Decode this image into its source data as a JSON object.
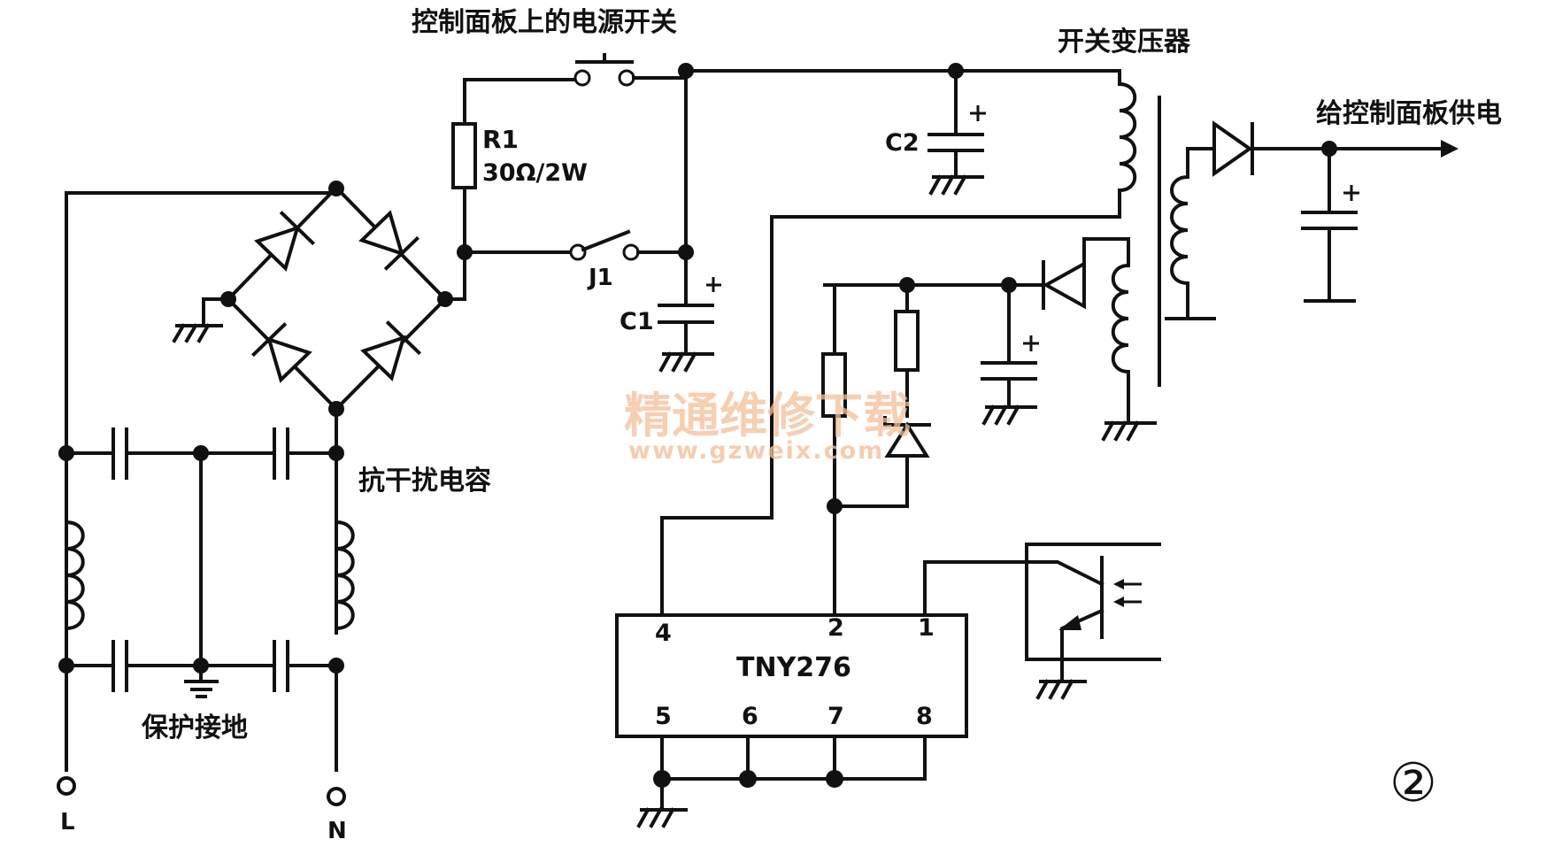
{
  "labels": {
    "power_switch": "控制面板上的电源开关",
    "transformer": "开关变压器",
    "output": "给控制面板供电",
    "emi_caps": "抗干扰电容",
    "ground": "保护接地",
    "r1_name": "R1",
    "r1_value": "30Ω/2W",
    "c1": "C1",
    "c2": "C2",
    "j1": "J1",
    "line": "L",
    "neutral": "N",
    "figure_no": "②"
  },
  "ic": {
    "name": "TNY276",
    "pins_top": [
      "4",
      "2",
      "1"
    ],
    "pins_bottom": [
      "5",
      "6",
      "7",
      "8"
    ]
  },
  "watermark": {
    "title": "精通维修下载",
    "url": "www.gzweix.com"
  }
}
